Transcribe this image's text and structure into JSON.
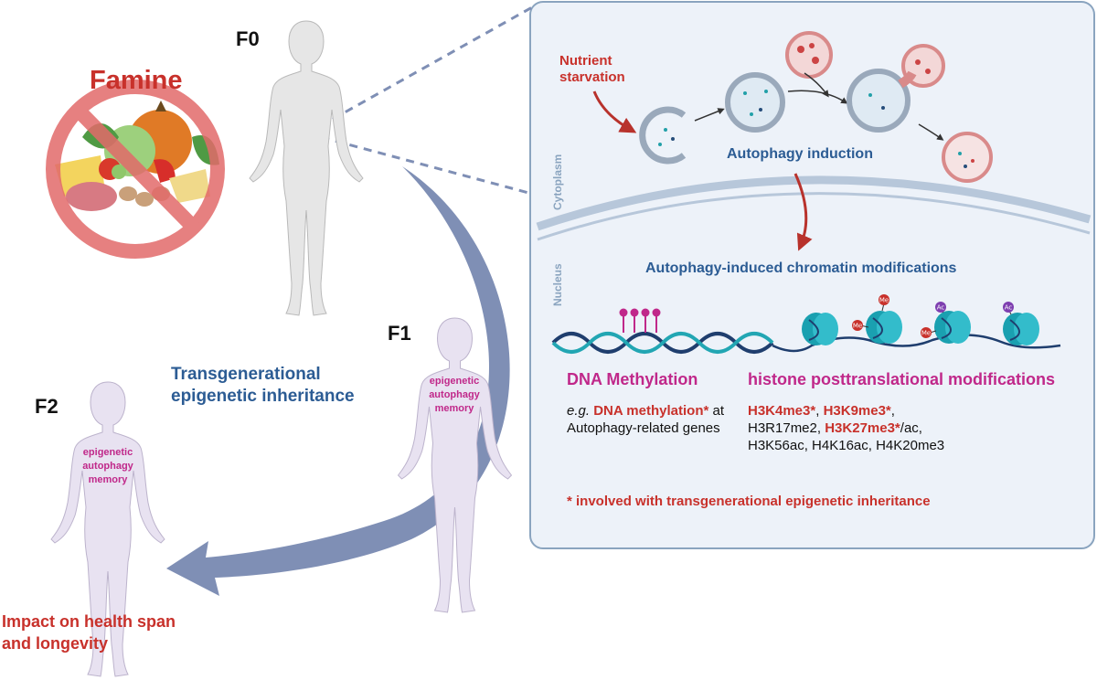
{
  "generations": {
    "f0": "F0",
    "f1": "F1",
    "f2": "F2"
  },
  "famine": "Famine",
  "inheritance_label": [
    "Transgenerational",
    "epigenetic inheritance"
  ],
  "memory_label": [
    "epigenetic",
    "autophagy",
    "memory"
  ],
  "outcome_label": [
    "Impact on health span",
    "and longevity"
  ],
  "panel": {
    "cytoplasm": "Cytoplasm",
    "nucleus": "Nucleus",
    "stimulus": [
      "Nutrient",
      "starvation"
    ],
    "autophagy_induction": "Autophagy induction",
    "chromatin_title": "Autophagy-induced chromatin modifications",
    "dna_methylation": {
      "title": "DNA Methylation",
      "eg": "e.g.",
      "highlight": "DNA methylation*",
      "rest": "at Autophagy-related genes"
    },
    "histone": {
      "title": "histone posttranslational modifications",
      "h3k4": "H3K4me3*",
      "sep1": ", ",
      "h3k9": "H3K9me3*",
      "after_h3k9": ", H3R17me2,",
      "h3k27": "H3K27me3*",
      "after_h3k27": "/ac, H3K56ac, H4K16ac, H4K20me3"
    },
    "footnote": "* involved with transgenerational epigenetic inheritance",
    "marks": {
      "me": "Me",
      "ac": "Ac"
    }
  },
  "colors": {
    "red": "#c8312b",
    "blue": "#2c5c94",
    "magenta": "#c0288a",
    "panel_bg": "#edf2f9",
    "panel_border": "#8aa4bf",
    "arrow": "#7f8fb5"
  }
}
